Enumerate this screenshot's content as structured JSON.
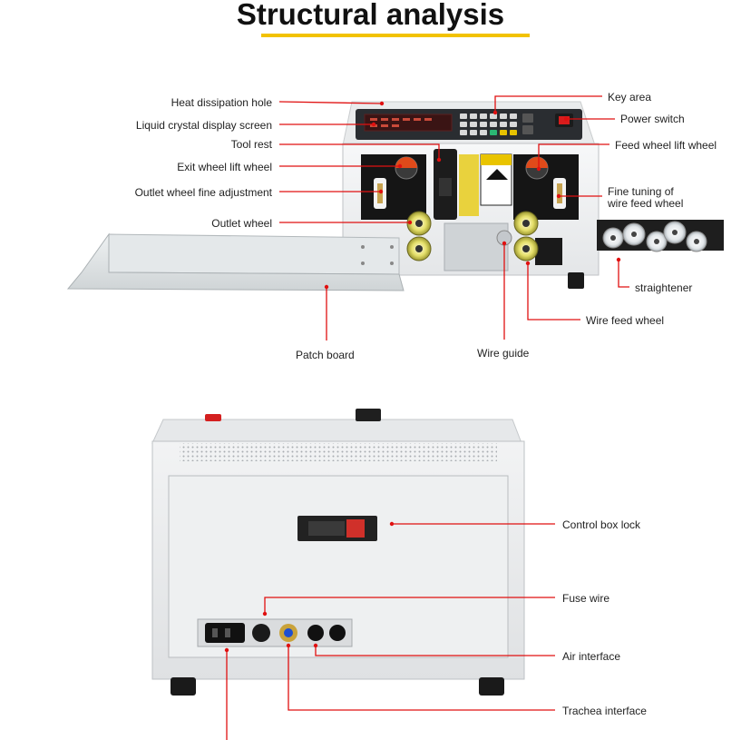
{
  "title": "Structural analysis",
  "colors": {
    "accent": "#f2c200",
    "leader": "#e01010"
  },
  "front_labels": {
    "heat_dissipation_hole": "Heat dissipation hole",
    "lcd_screen": "Liquid crystal display screen",
    "tool_rest": "Tool rest",
    "exit_wheel_lift_wheel": "Exit wheel lift wheel",
    "outlet_wheel_fine_adjustment": "Outlet wheel fine adjustment",
    "outlet_wheel": "Outlet wheel",
    "key_area": "Key area",
    "power_switch": "Power switch",
    "feed_wheel_lift_wheel": "Feed wheel lift wheel",
    "fine_tuning_line1": "Fine tuning of",
    "fine_tuning_line2": "wire feed wheel",
    "straightener": "straightener",
    "wire_feed_wheel": "Wire feed wheel",
    "patch_board": "Patch board",
    "wire_guide": "Wire guide"
  },
  "back_labels": {
    "control_box_lock": "Control box lock",
    "fuse_wire": "Fuse wire",
    "air_interface": "Air interface",
    "trachea_interface": "Trachea interface"
  }
}
